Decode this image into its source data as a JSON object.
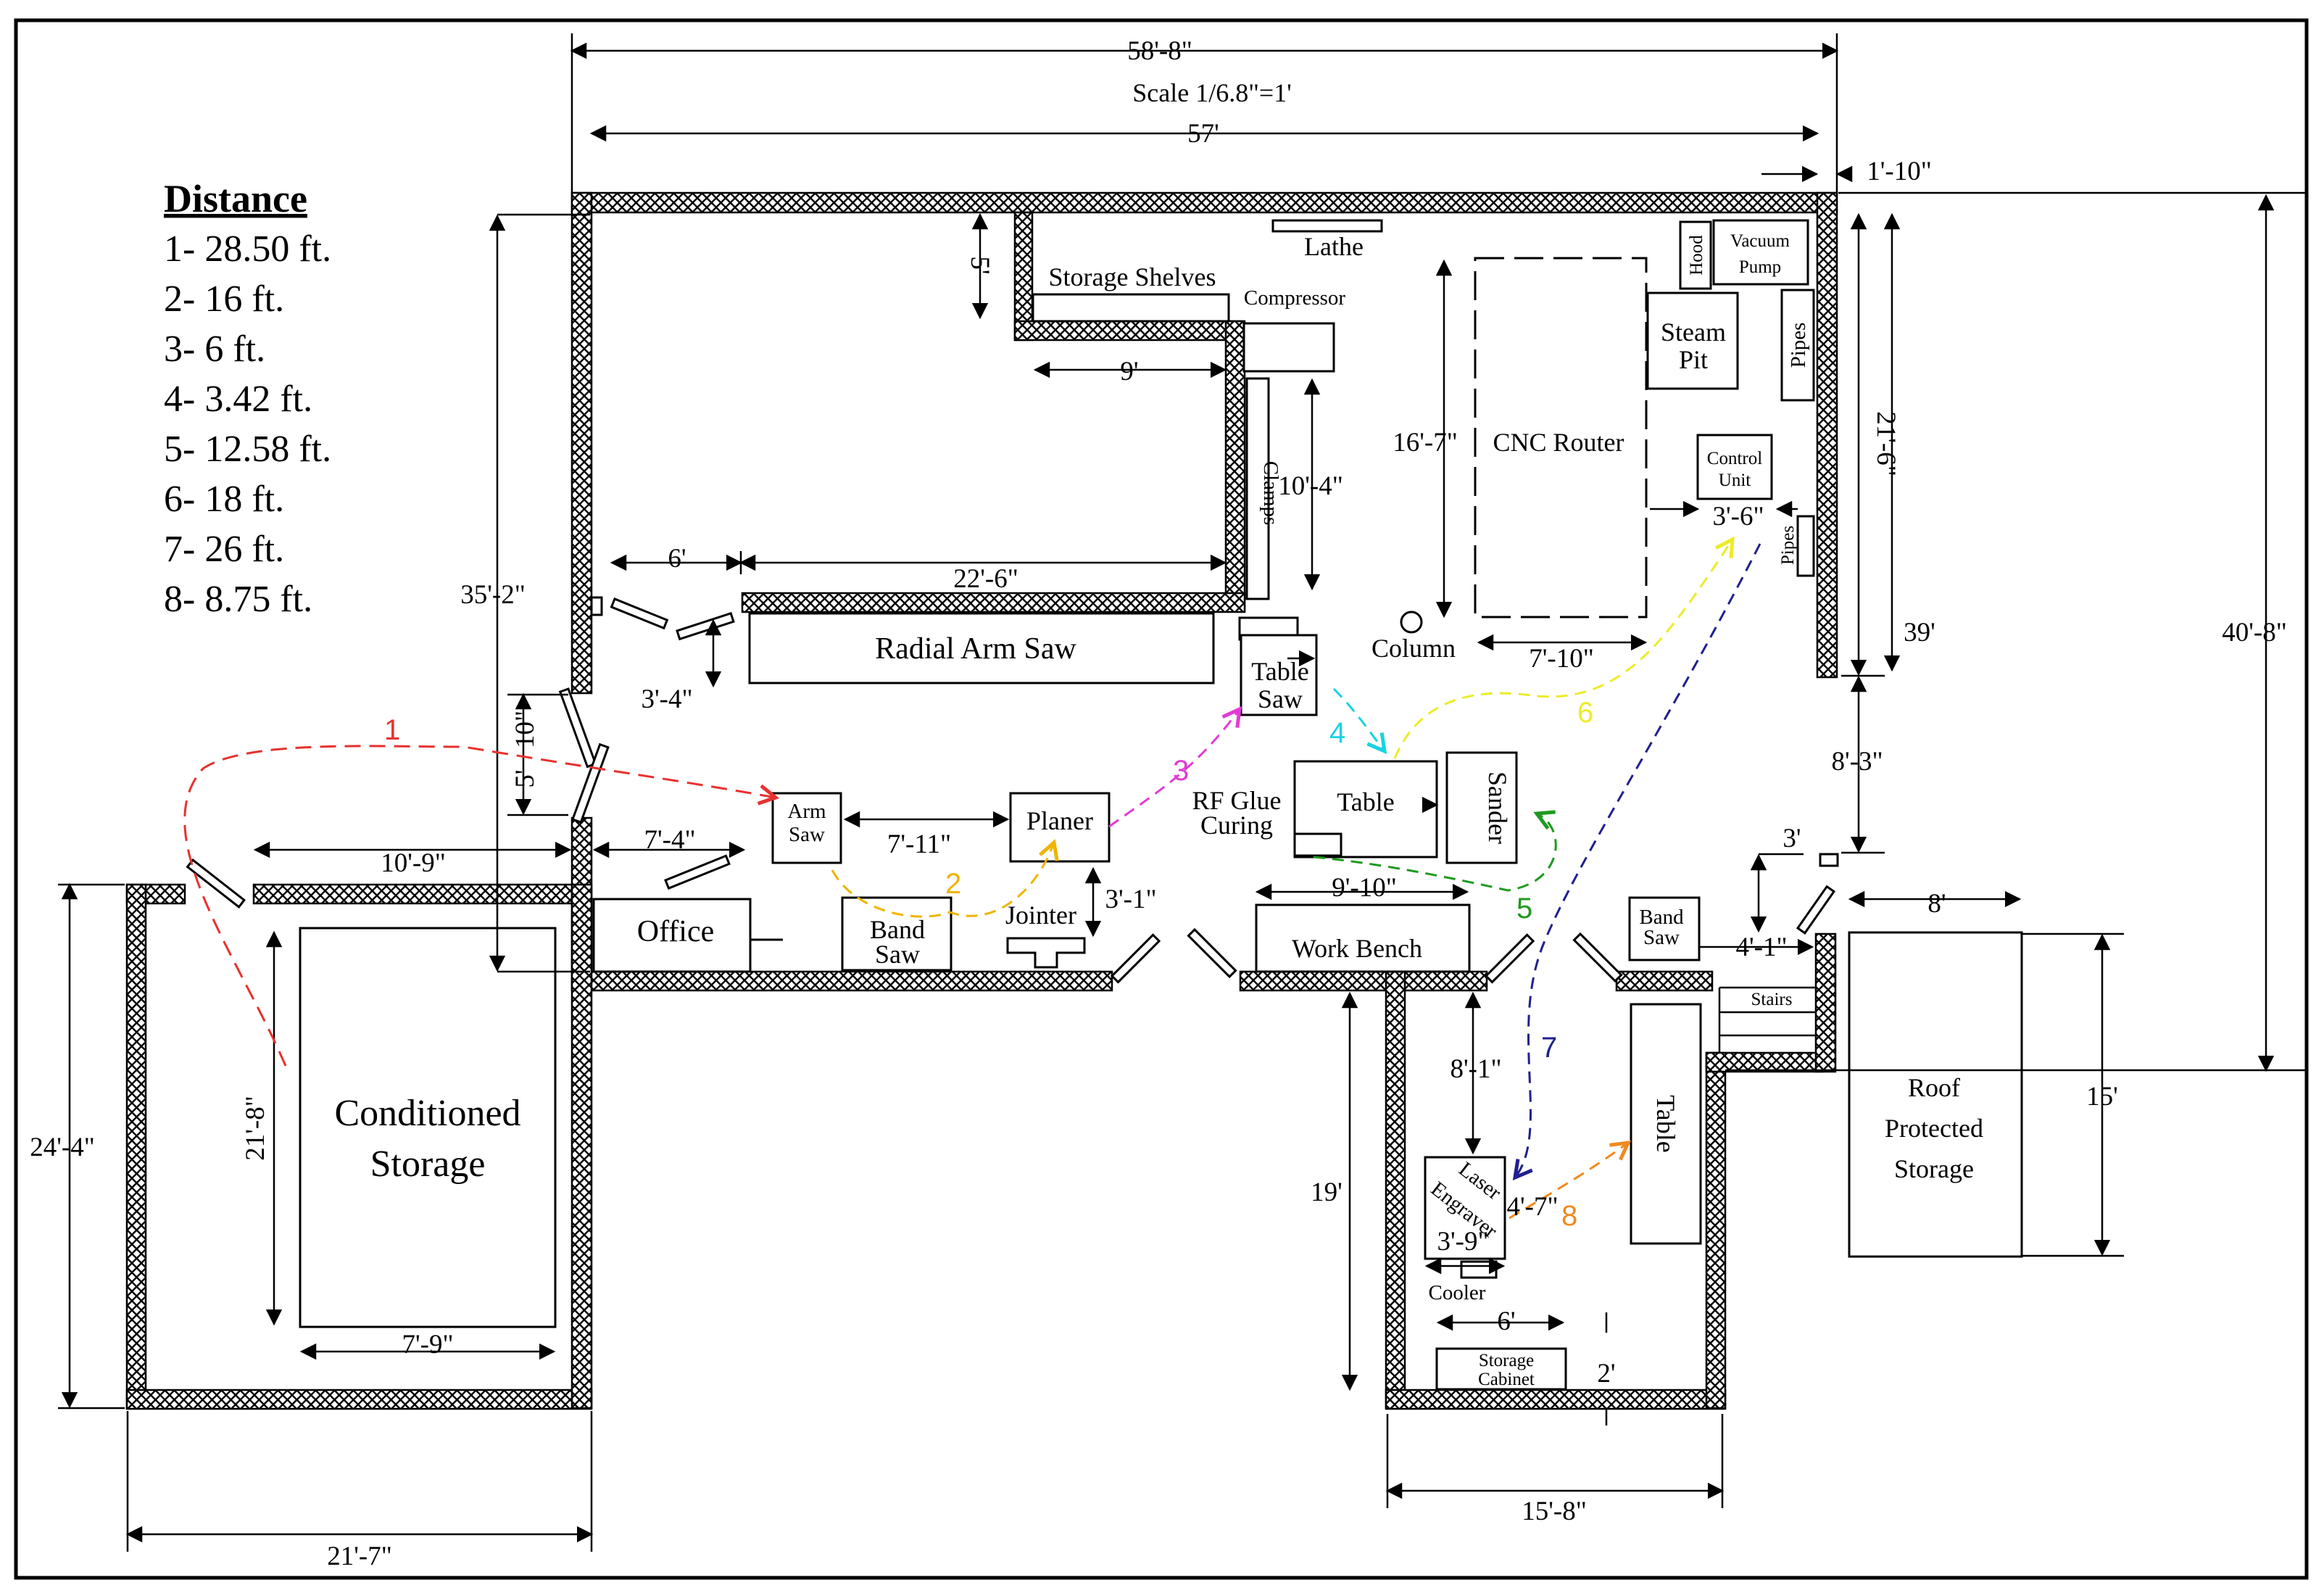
{
  "colors": {
    "path1": "#e8312e",
    "path2": "#f0b400",
    "path3": "#e23bd4",
    "path4": "#17d3e0",
    "path5": "#1f9a1f",
    "path6": "#ecec2a",
    "path7": "#20208f",
    "path8": "#f08a1e"
  },
  "legend": {
    "title": "Distance",
    "items": [
      "1- 28.50 ft.",
      "2- 16 ft.",
      "3- 6 ft.",
      "4- 3.42 ft.",
      "5- 12.58 ft.",
      "6- 18 ft.",
      "7- 26 ft.",
      "8- 8.75 ft."
    ]
  },
  "header": {
    "overall_width": "58'-8\"",
    "scale": "Scale 1/6.8\"=1'",
    "inner_width": "57'"
  },
  "rooms": {
    "conditioned_storage_1": "Conditioned",
    "conditioned_storage_2": "Storage",
    "office": "Office",
    "roof_storage_1": "Roof",
    "roof_storage_2": "Protected",
    "roof_storage_3": "Storage",
    "stairs": "Stairs"
  },
  "equipment": {
    "lathe": "Lathe",
    "storage_shelves": "Storage Shelves",
    "compressor": "Compressor",
    "hood": "Hood",
    "vacuum_1": "Vacuum",
    "vacuum_2": "Pump",
    "steam_1": "Steam",
    "steam_2": "Pit",
    "pipes_top": "Pipes",
    "pipes_small": "Pipes",
    "cnc": "CNC Router",
    "control_1": "Control",
    "control_2": "Unit",
    "clamps": "Clamps",
    "radial": "Radial Arm Saw",
    "column": "Column",
    "table_saw_1": "Table",
    "table_saw_2": "Saw",
    "arm_saw_1": "Arm",
    "arm_saw_2": "Saw",
    "planer": "Planer",
    "table_mid": "Table",
    "sander": "Sander",
    "rf_1": "RF Glue",
    "rf_2": "Curing",
    "band_saw_1": "Band",
    "band_saw_2": "Saw",
    "jointer": "Jointer",
    "work_bench": "Work Bench",
    "band_saw_r1": "Band",
    "band_saw_r2": "Saw",
    "table_right": "Table",
    "laser_1": "Laser",
    "laser_2": "Engraver",
    "cooler": "Cooler",
    "cabinet_1": "Storage",
    "cabinet_2": "Cabinet"
  },
  "dimensions": {
    "d_1_10": "1'-10\"",
    "d_5": "5'",
    "d_9": "9'",
    "d_10_4": "10'-4\"",
    "d_16_7": "16'-7\"",
    "d_21_6": "21'-6\"",
    "d_3_6": "3'-6\"",
    "d_39": "39'",
    "d_40_8": "40'-8\"",
    "d_7_10": "7'-10\"",
    "d_6": "6'",
    "d_22_6": "22'-6\"",
    "d_35_2": "35'-2\"",
    "d_3_4": "3'-4\"",
    "d_10": "10\"",
    "d_5b": "5'",
    "d_10_9": "10'-9\"",
    "d_7_4": "7'-4\"",
    "d_7_11": "7'-11\"",
    "d_3_1": "3'-1\"",
    "d_9_10": "9'-10\"",
    "d_8_3": "8'-3\"",
    "d_3": "3'",
    "d_8": "8'",
    "d_4_1": "4'-1\"",
    "d_15": "15'",
    "d_24_4": "24'-4\"",
    "d_21_8": "21'-8\"",
    "d_7_9": "7'-9\"",
    "d_21_7": "21'-7\"",
    "d_8_1": "8'-1\"",
    "d_19": "19'",
    "d_4_7": "4'-7\"",
    "d_3_9": "3'-9\"",
    "d_6b": "6'",
    "d_2": "2'",
    "d_15_8": "15'-8\""
  },
  "paths": [
    "1",
    "2",
    "3",
    "4",
    "5",
    "6",
    "7",
    "8"
  ]
}
